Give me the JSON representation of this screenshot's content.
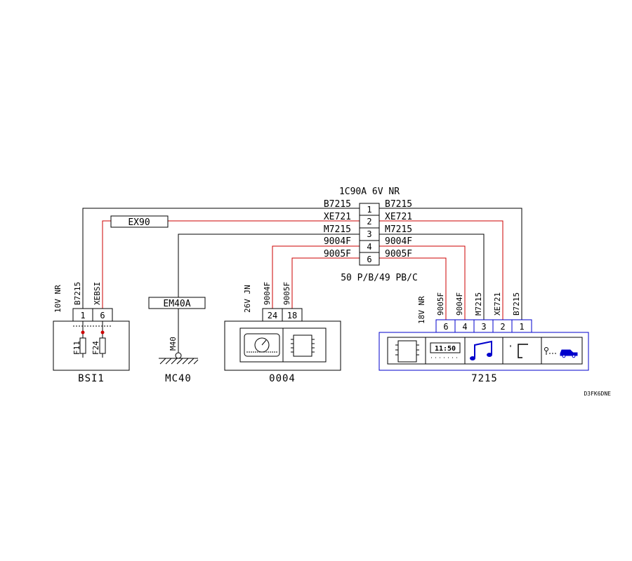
{
  "colors": {
    "red": "#cc0000",
    "black": "#000000",
    "blue": "#0000cc",
    "bg": "#ffffff"
  },
  "connector": {
    "title": "1C90A 6V NR",
    "pins": [
      "1",
      "2",
      "3",
      "4",
      "6"
    ],
    "subtitle": "50 P/B/49 PB/C"
  },
  "wires": {
    "left": [
      "B7215",
      "XE721",
      "M7215",
      "9004F",
      "9005F"
    ],
    "right": [
      "B7215",
      "XE721",
      "M7215",
      "9004F",
      "9005F"
    ]
  },
  "labels": {
    "ex90": "EX90",
    "em40a": "EM40A"
  },
  "bsi": {
    "connector": "10V NR",
    "wires": [
      "B7215",
      "XEBSI"
    ],
    "pins": [
      "1",
      "6"
    ],
    "fuses": [
      "F11",
      "F24"
    ],
    "name": "BSI1"
  },
  "ground": {
    "wire": "M40",
    "name": "MC40"
  },
  "cluster": {
    "connector": "26V JN",
    "wires": [
      "9004F",
      "9005F"
    ],
    "pins": [
      "24",
      "18"
    ],
    "name": "0004",
    "icons": [
      "instrument-cluster-icon",
      "chip-icon"
    ]
  },
  "radio": {
    "connector": "18V NR",
    "wires": [
      "9005F",
      "9004F",
      "M7215",
      "XE721",
      "B7215"
    ],
    "pins": [
      "6",
      "4",
      "3",
      "2",
      "1"
    ],
    "name": "7215",
    "clock": "11:50",
    "icons": [
      "chip-icon",
      "clock-display-icon",
      "music-note-icon",
      "connector-bracket-icon",
      "car-key-icon"
    ]
  },
  "ref": "D3FK6DNE"
}
